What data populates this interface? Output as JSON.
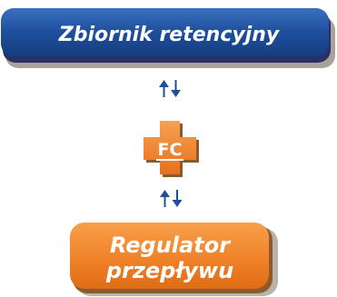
{
  "diagram": {
    "top_box": {
      "label": "Zbiornik retencyjny",
      "color": "#1e4f9c"
    },
    "center_node": {
      "label": "FC",
      "color": "#f0822a"
    },
    "bottom_box": {
      "line1": "Regulator",
      "line2": "przepływu",
      "color": "#f0822a"
    },
    "arrows": {
      "upper": "bidirectional",
      "lower": "bidirectional",
      "color": "#1f4f9a"
    }
  }
}
